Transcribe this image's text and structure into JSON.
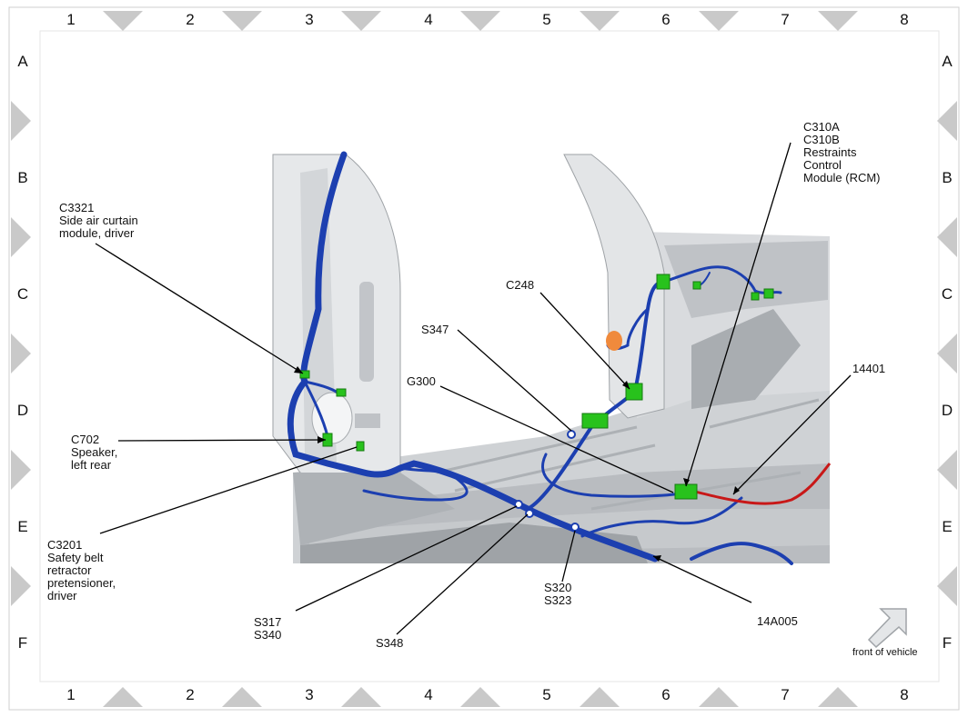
{
  "grid": {
    "columns": [
      "1",
      "2",
      "3",
      "4",
      "5",
      "6",
      "7",
      "8"
    ],
    "rows": [
      "A",
      "B",
      "C",
      "D",
      "E",
      "F"
    ]
  },
  "callouts": {
    "c3321": "C3321\nSide air curtain\nmodule, driver",
    "c702": "C702\nSpeaker,\nleft rear",
    "c3201": "C3201\nSafety belt\nretractor\npretensioner,\ndriver",
    "s317": "S317\nS340",
    "s348": "S348",
    "s347": "S347",
    "g300": "G300",
    "c248": "C248",
    "c310": "C310A\nC310B\nRestraints\nControl\nModule (RCM)",
    "n14401": "14401",
    "s320": "S320\nS323",
    "n14a005": "14A005"
  },
  "orientation": {
    "label": "front of vehicle",
    "icon": "arrow-up-right-icon"
  },
  "colors": {
    "harness_blue": "#1c3fb0",
    "connector_green": "#28c21c",
    "harness_red": "#c81818",
    "component_orange": "#f08a3c",
    "body_gray": "#d6d8db"
  }
}
